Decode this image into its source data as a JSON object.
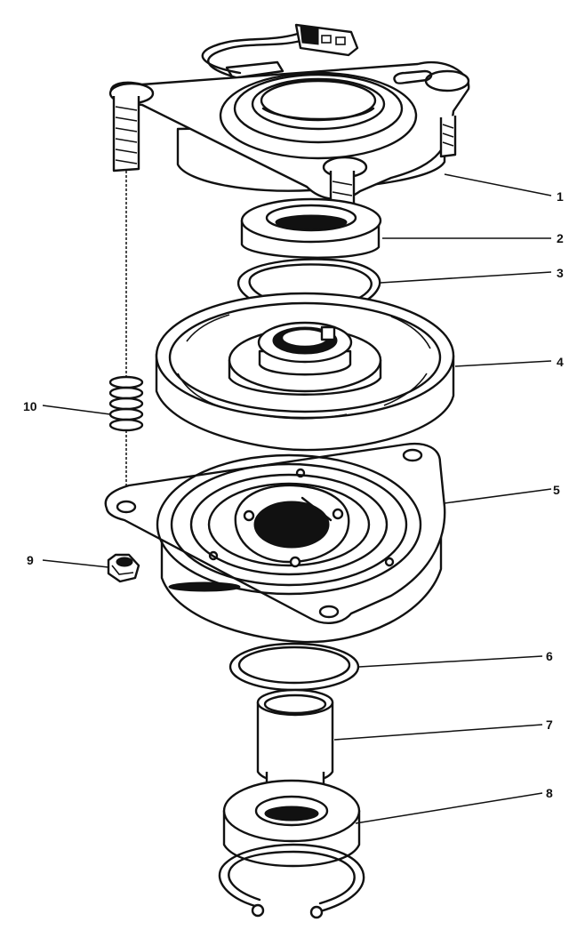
{
  "callouts": {
    "part1": "1",
    "part2": "2",
    "part3": "3",
    "part4": "4",
    "part5": "5",
    "part6": "6",
    "part7": "7",
    "part8": "8",
    "part9": "9",
    "part10": "10"
  },
  "colors": {
    "ink": "#111111",
    "background": "#ffffff"
  }
}
